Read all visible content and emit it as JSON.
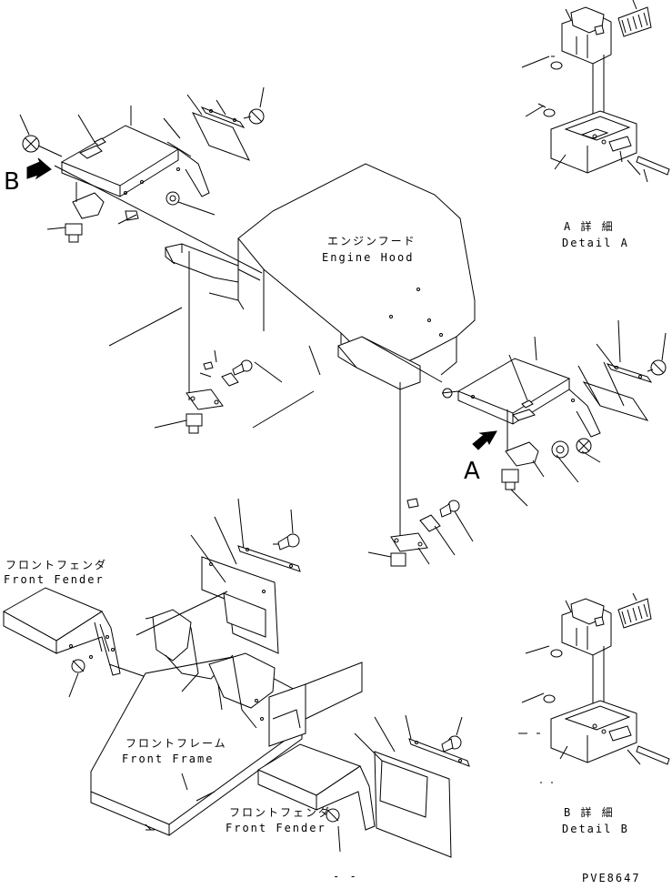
{
  "labels": {
    "engine_hood_jp": "エンジンフード",
    "engine_hood_en": "Engine Hood",
    "front_fender_jp_1": "フロントフェンダ",
    "front_fender_en_1": "Front Fender",
    "front_frame_jp": "フロントフレーム",
    "front_frame_en": "Front Frame",
    "front_fender_jp_2": "フロントフェンダ",
    "front_fender_en_2": "Front Fender",
    "detail_a_jp": "A 詳 細",
    "detail_a_en": "Detail A",
    "detail_b_jp": "B 詳 細",
    "detail_b_en": "Detail B",
    "marker_a": "A",
    "marker_b": "B",
    "drawing_code": "PVE8647",
    "bottom_dash": "- -"
  }
}
